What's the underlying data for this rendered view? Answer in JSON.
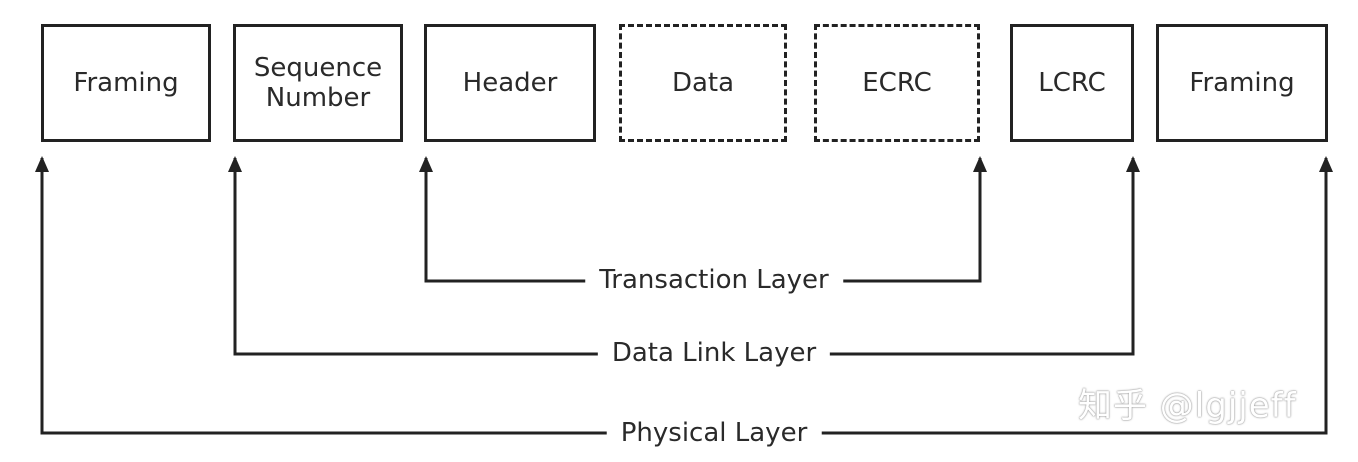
{
  "blocks": [
    {
      "label": "Framing",
      "style": "solid"
    },
    {
      "label": "Sequence Number",
      "style": "solid"
    },
    {
      "label": "Header",
      "style": "solid"
    },
    {
      "label": "Data",
      "style": "dashed"
    },
    {
      "label": "ECRC",
      "style": "dashed"
    },
    {
      "label": "LCRC",
      "style": "solid"
    },
    {
      "label": "Framing",
      "style": "solid"
    }
  ],
  "layers": {
    "transaction": "Transaction Layer",
    "data_link": "Data Link Layer",
    "physical": "Physical Layer"
  },
  "watermark": "知乎 @lgjjeff",
  "colors": {
    "line": "#222222",
    "text": "#2a2a2a",
    "background": "#ffffff"
  }
}
